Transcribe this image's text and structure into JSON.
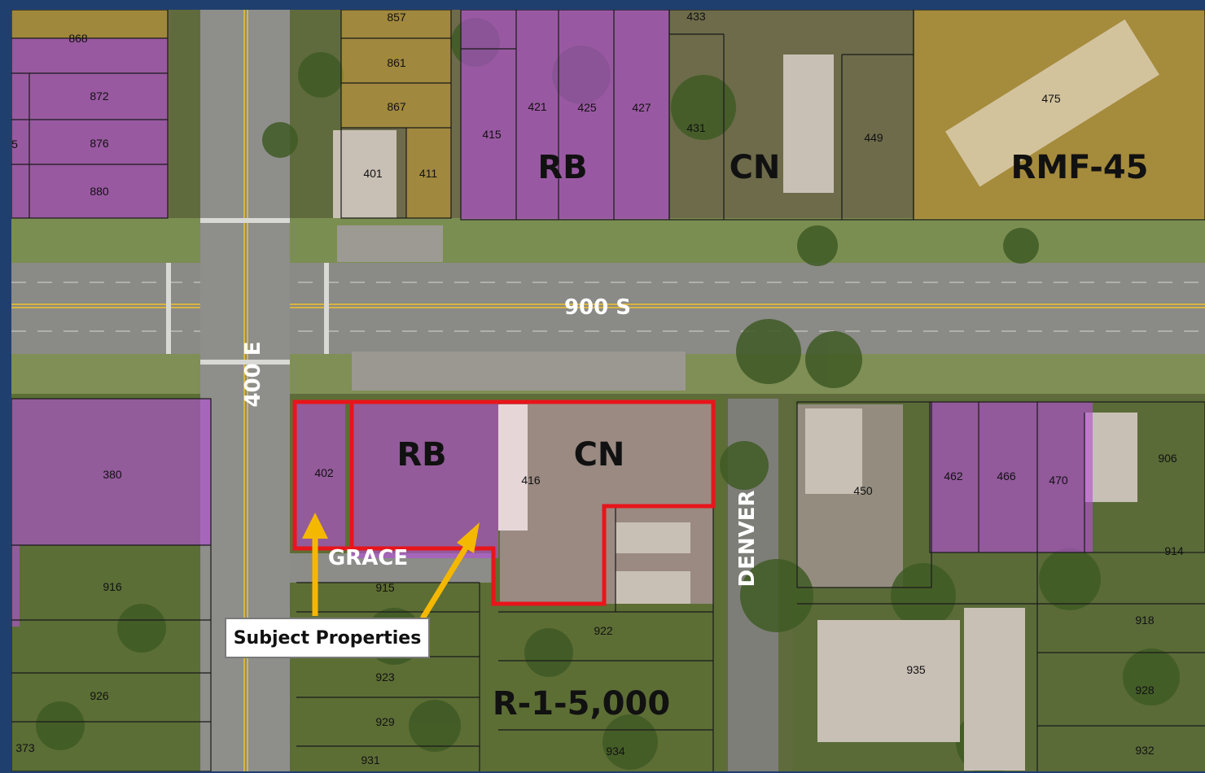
{
  "colors": {
    "zone_rb": "#b44fd8",
    "zone_rmf45": "#d4a531",
    "zone_r15000": "#6f7d3a",
    "subject_outline": "#e8151b",
    "arrow": "#f5b800",
    "street_label": "#ffffff",
    "frame": "#1f3f6e"
  },
  "streets": {
    "s900": "900 S",
    "e400": "400 E",
    "grace": "GRACE",
    "denver": "DENVER"
  },
  "zones": {
    "rb_north": "RB",
    "cn_north": "CN",
    "rmf45": "RMF-45",
    "rb_subject": "RB",
    "cn_subject": "CN",
    "r15000": "R-1-5,000"
  },
  "parcels": {
    "p857": "857",
    "p861": "861",
    "p867": "867",
    "p868": "868",
    "p872": "872",
    "p876": "876",
    "p880": "880",
    "p401": "401",
    "p411": "411",
    "p415": "415",
    "p421": "421",
    "p425": "425",
    "p427": "427",
    "p431": "431",
    "p433": "433",
    "p449": "449",
    "p475": "475",
    "p380": "380",
    "p402": "402",
    "p416": "416",
    "p450": "450",
    "p462": "462",
    "p466": "466",
    "p470": "470",
    "p906": "906",
    "p914": "914",
    "p915": "915",
    "p916": "916",
    "p918": "918",
    "p922": "922",
    "p923": "923",
    "p926": "926",
    "p928": "928",
    "p929": "929",
    "p931": "931",
    "p932": "932",
    "p934": "934",
    "p935": "935",
    "p373": "373",
    "p5": "5"
  },
  "callout": {
    "label": "Subject Properties"
  },
  "icons": {
    "arrow_left": "arrow-up-icon",
    "arrow_right": "arrow-up-right-icon"
  }
}
